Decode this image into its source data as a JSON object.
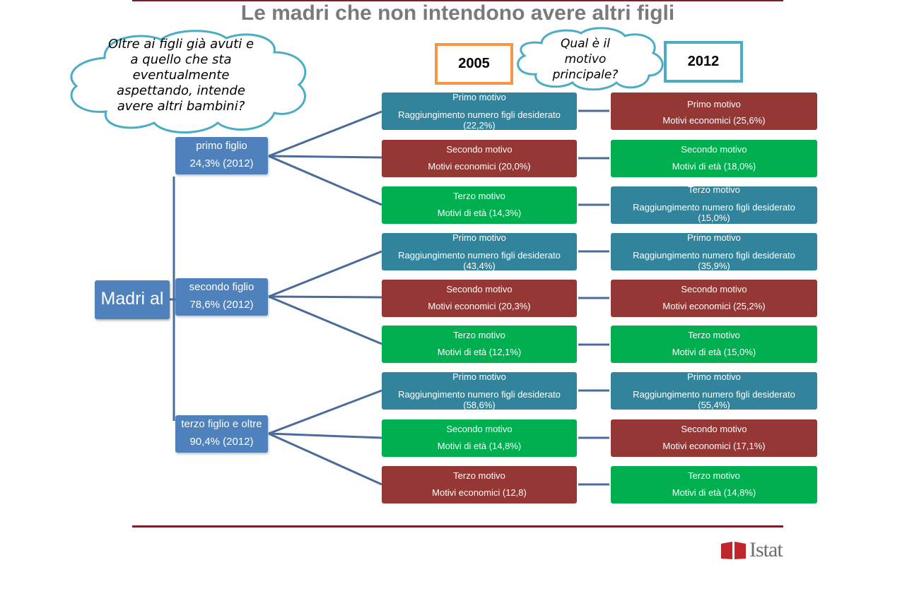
{
  "title": "Le madri che non intendono avere altri figli",
  "question1": "Oltre ai figli già avuti e a quello che sta eventualmente aspettando, intende avere altri bambini?",
  "question2": "Qual è il motivo principale?",
  "years": [
    "2005",
    "2012"
  ],
  "root": "Madri al",
  "colors": {
    "teal": "#31849b",
    "red": "#953735",
    "green": "#00b050",
    "blue": "#4f81bd",
    "year2005": "#f79646",
    "year2012": "#4bacc6"
  },
  "groups": [
    {
      "label": "primo figlio",
      "value": "24,3% (2012)",
      "reasons": [
        {
          "y2005": {
            "title": "Primo motivo",
            "desc": "Raggiungimento numero figli desiderato",
            "pct": "(22,2%)",
            "color": "teal"
          },
          "y2012": {
            "title": "Primo motivo",
            "desc": "Motivi economici (25,6%)",
            "color": "red"
          }
        },
        {
          "y2005": {
            "title": "Secondo motivo",
            "desc": "Motivi economici (20,0%)",
            "color": "red"
          },
          "y2012": {
            "title": "Secondo motivo",
            "desc": "Motivi di età (18,0%)",
            "color": "green"
          }
        },
        {
          "y2005": {
            "title": "Terzo motivo",
            "desc": "Motivi di età (14,3%)",
            "color": "green"
          },
          "y2012": {
            "title": "Terzo motivo",
            "desc": "Raggiungimento numero figli desiderato",
            "pct": "(15,0%)",
            "color": "teal"
          }
        }
      ]
    },
    {
      "label": "secondo figlio",
      "value": "78,6% (2012)",
      "reasons": [
        {
          "y2005": {
            "title": "Primo motivo",
            "desc": "Raggiungimento numero figli desiderato",
            "pct": "(43,4%)",
            "color": "teal"
          },
          "y2012": {
            "title": "Primo motivo",
            "desc": "Raggiungimento numero figli desiderato",
            "pct": "(35,9%)",
            "color": "teal"
          }
        },
        {
          "y2005": {
            "title": "Secondo motivo",
            "desc": "Motivi economici (20,3%)",
            "color": "red"
          },
          "y2012": {
            "title": "Secondo motivo",
            "desc": "Motivi economici (25,2%)",
            "color": "red"
          }
        },
        {
          "y2005": {
            "title": "Terzo motivo",
            "desc": "Motivi di età (12,1%)",
            "color": "green"
          },
          "y2012": {
            "title": "Terzo motivo",
            "desc": "Motivi di età (15,0%)",
            "color": "green"
          }
        }
      ]
    },
    {
      "label": "terzo figlio e oltre",
      "value": "90,4% (2012)",
      "reasons": [
        {
          "y2005": {
            "title": "Primo motivo",
            "desc": "Raggiungimento numero figli desiderato",
            "pct": "(58,6%)",
            "color": "teal"
          },
          "y2012": {
            "title": "Primo motivo",
            "desc": "Raggiungimento numero figli desiderato",
            "pct": "(55,4%)",
            "color": "teal"
          }
        },
        {
          "y2005": {
            "title": "Secondo motivo",
            "desc": "Motivi di età (14,8%)",
            "color": "green"
          },
          "y2012": {
            "title": "Secondo motivo",
            "desc": "Motivi economici (17,1%)",
            "color": "red"
          }
        },
        {
          "y2005": {
            "title": "Terzo motivo",
            "desc": "Motivi economici (12,8)",
            "color": "red"
          },
          "y2012": {
            "title": "Terzo motivo",
            "desc": "Motivi di età (14,8%)",
            "color": "green"
          }
        }
      ]
    }
  ],
  "logo_text": "Istat"
}
